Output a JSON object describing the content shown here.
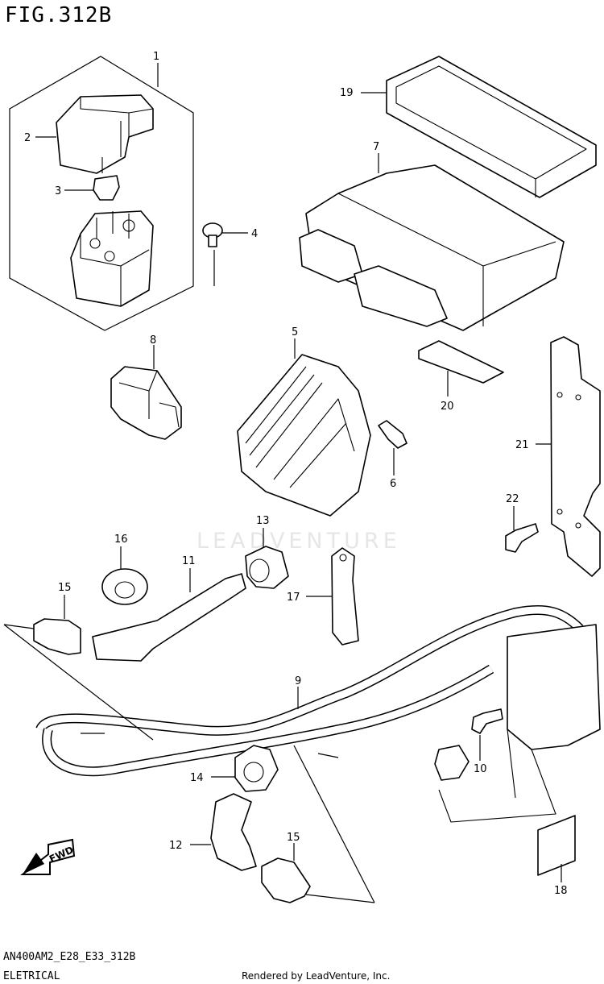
{
  "figure": {
    "title": "FIG.312B",
    "code": "AN400AM2_E28_E33_312B",
    "section": "ELETRICAL"
  },
  "footer": {
    "rendered_by": "Rendered by LeadVenture, Inc."
  },
  "watermark": "LEADVENTURE",
  "fwd_label": "FWD",
  "callouts": [
    "1",
    "2",
    "3",
    "4",
    "5",
    "6",
    "7",
    "8",
    "9",
    "10",
    "11",
    "12",
    "13",
    "14",
    "15",
    "16",
    "17",
    "18",
    "19",
    "20",
    "21",
    "22",
    "15"
  ]
}
